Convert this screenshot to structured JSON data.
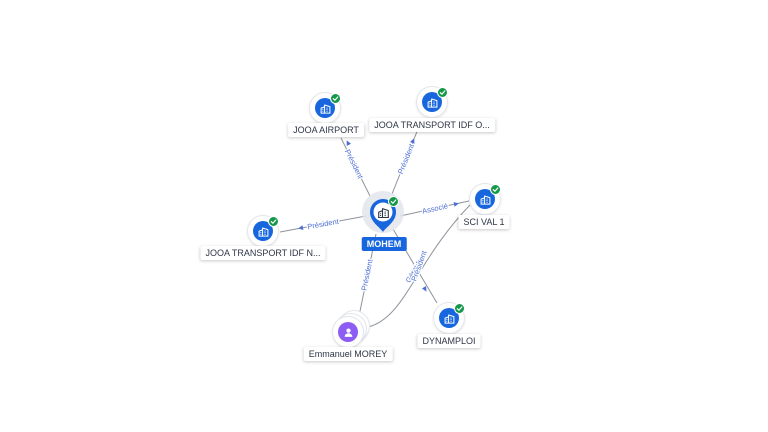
{
  "graph": {
    "center": {
      "label": "MOHEM",
      "icon": "building-icon",
      "verified": true
    },
    "nodes": [
      {
        "label": "JOOA AIRPORT",
        "icon": "building-icon",
        "verified": true
      },
      {
        "label": "JOOA TRANSPORT IDF O...",
        "icon": "building-icon",
        "verified": true
      },
      {
        "label": "SCI VAL 1",
        "icon": "building-icon",
        "verified": true
      },
      {
        "label": "JOOA TRANSPORT IDF N...",
        "icon": "building-icon",
        "verified": true
      },
      {
        "label": "DYNAMPLOI",
        "icon": "building-icon",
        "verified": true
      },
      {
        "label": "Emmanuel MOREY",
        "icon": "person-icon",
        "verified": false
      }
    ],
    "edges": [
      {
        "label": "Président"
      },
      {
        "label": "Président"
      },
      {
        "label": "Président"
      },
      {
        "label": "Associé"
      },
      {
        "label": "Président"
      },
      {
        "label": "Président"
      },
      {
        "label": "Gérant"
      }
    ]
  },
  "colors": {
    "company": "#1766de",
    "person": "#8d5cf2",
    "verified": "#15984a",
    "edge": "#8e939c",
    "edge-label": "#4c6fd6",
    "label-text": "#2d3646",
    "halo": "#e2e5eb"
  }
}
